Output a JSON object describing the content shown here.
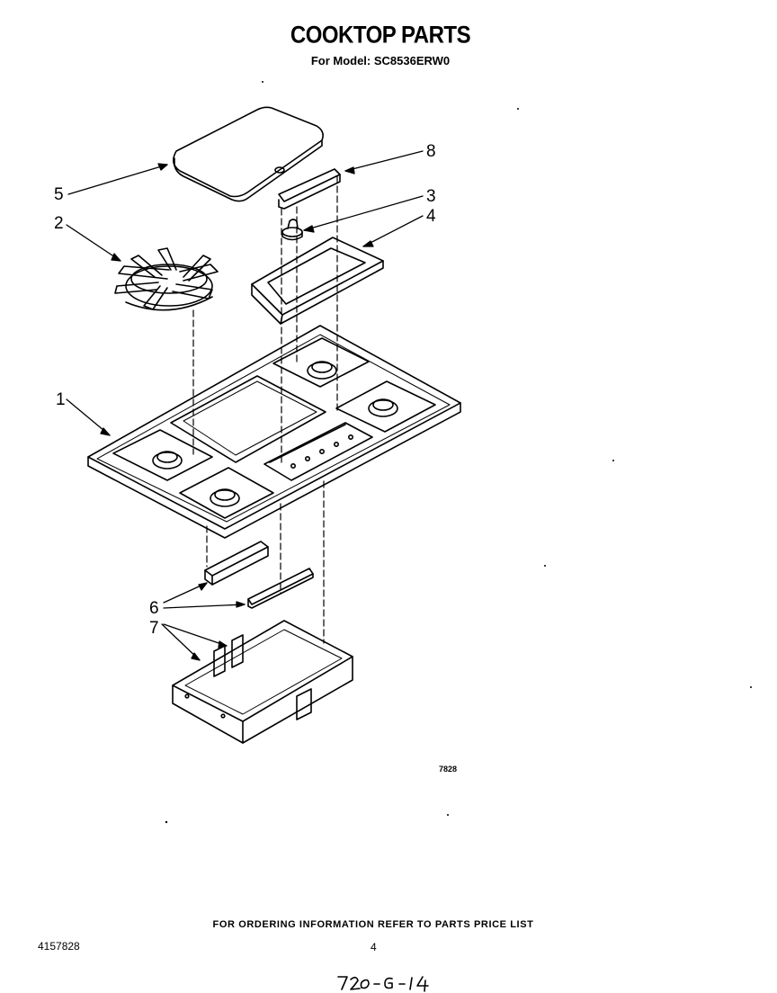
{
  "header": {
    "title": "COOKTOP PARTS",
    "subtitle": "For Model: SC8536ERW0"
  },
  "callouts": [
    {
      "number": "1",
      "part": "cooktop"
    },
    {
      "number": "2",
      "part": "burner grate"
    },
    {
      "number": "3",
      "part": "igniter / knob post"
    },
    {
      "number": "4",
      "part": "control trim frame"
    },
    {
      "number": "5",
      "part": "cover plate"
    },
    {
      "number": "6",
      "part": "brackets"
    },
    {
      "number": "7",
      "part": "burner box"
    },
    {
      "number": "8",
      "part": "seal strip"
    }
  ],
  "figure_code": "7828",
  "footer": {
    "ordering_note": "FOR ORDERING INFORMATION REFER TO PARTS PRICE LIST",
    "document_number": "4157828",
    "page_number": "4",
    "handwritten_note": "720-G-14"
  }
}
